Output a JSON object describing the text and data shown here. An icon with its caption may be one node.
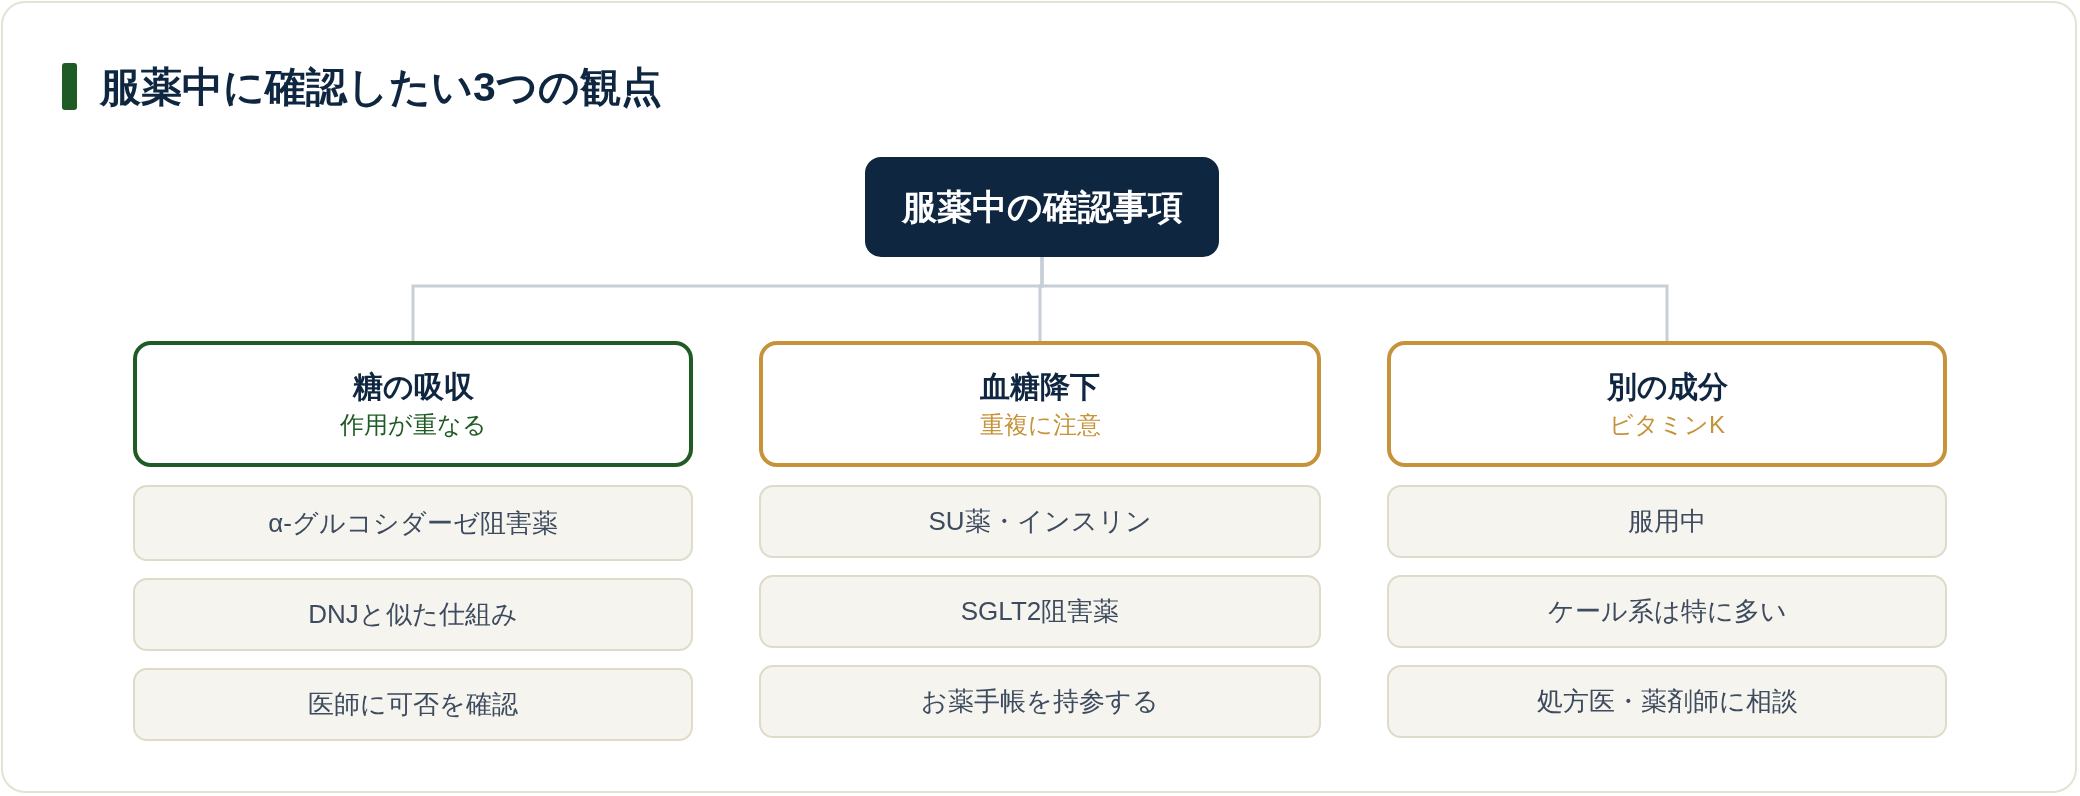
{
  "diagram": {
    "title": "服薬中に確認したい3つの観点",
    "nodes": [
      {
        "text": [
          "服薬中の確認事項"
        ]
      },
      {
        "text": [
          "糖の吸収",
          "作用が重なる"
        ]
      },
      {
        "text": [
          "α-グルコシダーゼ阻害薬"
        ]
      },
      {
        "text": [
          "DNJと似た仕組み"
        ]
      },
      {
        "text": [
          "医師に可否を確認"
        ]
      },
      {
        "text": [
          "血糖降下",
          "重複に注意"
        ]
      },
      {
        "text": [
          "SU薬・インスリン"
        ]
      },
      {
        "text": [
          "SGLT2阻害薬"
        ]
      },
      {
        "text": [
          "お薬手帳を持参する"
        ]
      },
      {
        "text": [
          "別の成分",
          "ビタミンK"
        ]
      },
      {
        "text": [
          "服用中"
        ]
      },
      {
        "text": [
          "ケール系は特に多い"
        ]
      },
      {
        "text": [
          "処方医・薬剤師に相談"
        ]
      }
    ],
    "edges": [
      {
        "from": 0,
        "to": 1,
        "arrow": "none"
      },
      {
        "from": 0,
        "to": 5,
        "arrow": "none"
      },
      {
        "from": 0,
        "to": 9,
        "arrow": "none"
      }
    ]
  }
}
